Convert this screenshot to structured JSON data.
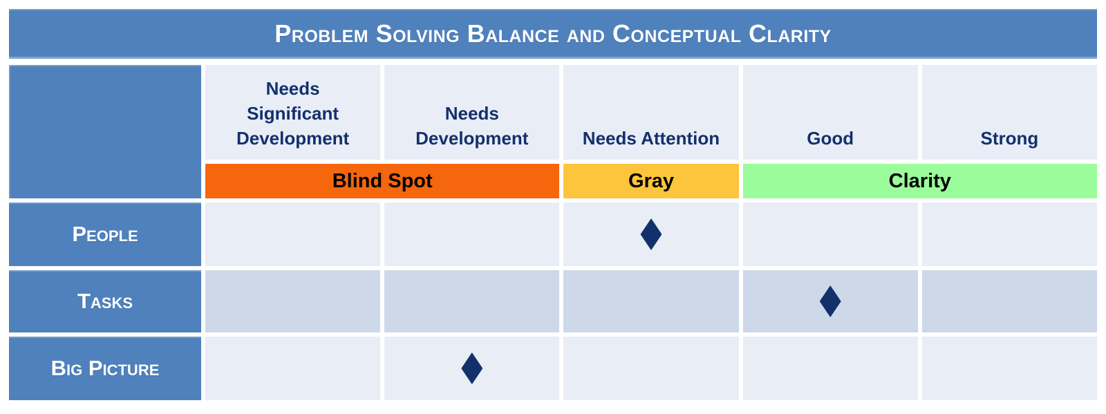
{
  "title": "Problem Solving Balance and Conceptual Clarity",
  "columns": [
    "Needs Significant Development",
    "Needs Development",
    "Needs Attention",
    "Good",
    "Strong"
  ],
  "bands": [
    {
      "label": "Blind Spot",
      "span": 2,
      "color": "#F5660D"
    },
    {
      "label": "Gray",
      "span": 1,
      "color": "#FCC53B"
    },
    {
      "label": "Clarity",
      "span": 2,
      "color": "#9BFC9B"
    }
  ],
  "rows": [
    {
      "label": "People",
      "rating": "Needs Attention",
      "marker_column": 2
    },
    {
      "label": "Tasks",
      "rating": "Good",
      "marker_column": 3
    },
    {
      "label": "Big Picture",
      "rating": "Needs Development",
      "marker_column": 1
    }
  ],
  "colors": {
    "header_blue": "#4F81BD",
    "cell_light": "#E9EDF6",
    "cell_alt": "#CDD8E8",
    "navy": "#12316B",
    "band_orange": "#F5660D",
    "band_yellow": "#FCC53B",
    "band_green": "#9BFC9B"
  },
  "chart_data": {
    "type": "table",
    "title": "Problem Solving Balance and Conceptual Clarity",
    "columns": [
      "Needs Significant Development",
      "Needs Development",
      "Needs Attention",
      "Good",
      "Strong"
    ],
    "zones": [
      {
        "label": "Blind Spot",
        "columns": [
          "Needs Significant Development",
          "Needs Development"
        ],
        "color": "#F5660D"
      },
      {
        "label": "Gray",
        "columns": [
          "Needs Attention"
        ],
        "color": "#FCC53B"
      },
      {
        "label": "Clarity",
        "columns": [
          "Good",
          "Strong"
        ],
        "color": "#9BFC9B"
      }
    ],
    "rows": [
      {
        "label": "People",
        "rating": "Needs Attention",
        "zone": "Gray"
      },
      {
        "label": "Tasks",
        "rating": "Good",
        "zone": "Clarity"
      },
      {
        "label": "Big Picture",
        "rating": "Needs Development",
        "zone": "Blind Spot"
      }
    ],
    "marker": "navy diamond",
    "legend_position": "none",
    "grid": true
  }
}
